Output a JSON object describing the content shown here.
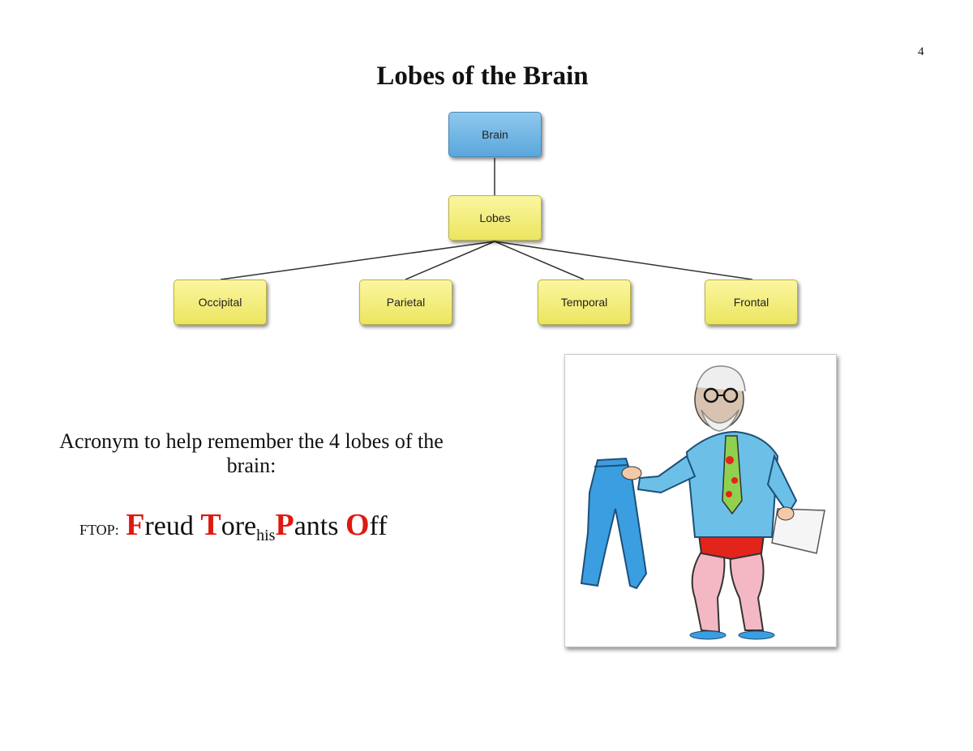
{
  "page_number": "4",
  "title": "Lobes of the Brain",
  "diagram": {
    "root": "Brain",
    "middle": "Lobes",
    "lobes": [
      "Occipital",
      "Parietal",
      "Temporal",
      "Frontal"
    ]
  },
  "acronym": {
    "intro": "Acronym to help remember the 4 lobes of the brain:",
    "label": "FTOP:",
    "words": [
      {
        "first": "F",
        "rest": "reud "
      },
      {
        "first": "T",
        "rest": "ore"
      },
      {
        "sub": "his"
      },
      {
        "first": "P",
        "rest": "ants "
      },
      {
        "first": "O",
        "rest": "ff"
      }
    ]
  },
  "colors": {
    "highlight": "#e0180f",
    "root_node": "#6cb4e4",
    "lobe_nodes": "#f2ec78"
  },
  "illustration": {
    "name": "cartoon of Sigmund Freud holding pants"
  }
}
